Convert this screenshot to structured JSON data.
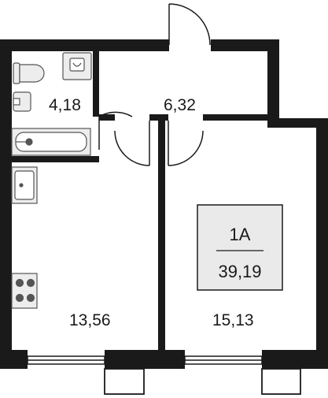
{
  "plan": {
    "apartment": {
      "type": "1A",
      "total_area": "39,19"
    },
    "rooms": {
      "bathroom": "4,18",
      "hall": "6,32",
      "kitchen": "13,56",
      "bedroom": "15,13"
    },
    "colors": {
      "wall": "#1a1a1a",
      "fixture_fill": "#ededed",
      "fixture_stroke": "#555555",
      "badge_fill": "#eaeaea"
    }
  }
}
